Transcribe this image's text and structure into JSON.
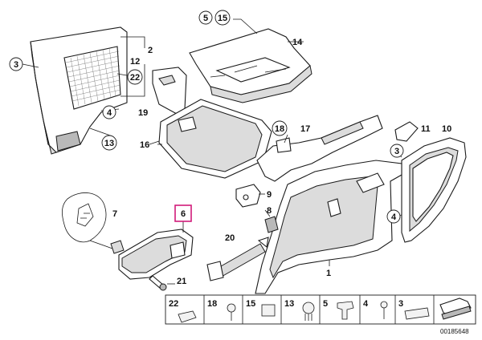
{
  "diagram": {
    "reference_number": "00185648",
    "highlighted_label": "6",
    "callouts": {
      "n1": "1",
      "n2": "2",
      "n3a": "3",
      "n3b": "3",
      "n4a": "4",
      "n4b": "4",
      "n5": "5",
      "n6": "6",
      "n7": "7",
      "n8": "8",
      "n9": "9",
      "n10": "10",
      "n11": "11",
      "n12": "12",
      "n13": "13",
      "n14": "14",
      "n15": "15",
      "n16": "16",
      "n17": "17",
      "n18": "18",
      "n19": "19",
      "n20": "20",
      "n21": "21",
      "n22": "22"
    },
    "legend": [
      "22",
      "18",
      "15",
      "13",
      "5",
      "4",
      "3"
    ]
  }
}
